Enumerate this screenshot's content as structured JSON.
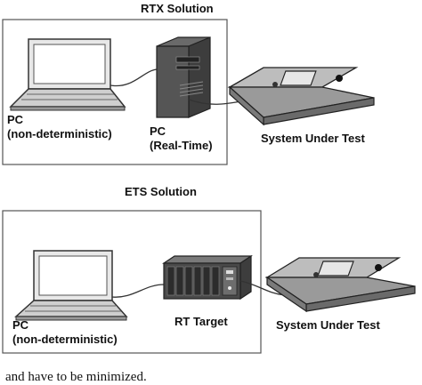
{
  "rtx": {
    "title": "RTX Solution",
    "host_label_1": "PC",
    "host_label_2": "(non-deterministic)",
    "rt_label_1": "PC",
    "rt_label_2": "(Real-Time)",
    "sut_label": "System Under Test"
  },
  "ets": {
    "title": "ETS Solution",
    "host_label_1": "PC",
    "host_label_2": "(non-deterministic)",
    "rt_label": "RT Target",
    "sut_label": "System Under Test"
  },
  "caption": "and have to be minimized."
}
